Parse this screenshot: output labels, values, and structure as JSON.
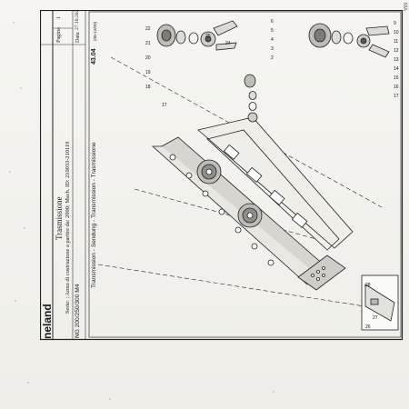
{
  "header": {
    "brand": "neland",
    "title": "Trasmissione",
    "series_line": "Serie: ; Anno di costruzione a partire da: 2000; Mach. ID: 210033-210119",
    "model": "NG 200/250/300 M4",
    "pagina_label": "Pagina",
    "pagina_value": "1",
    "date_label": "Data",
    "date_value": "27.10.202"
  },
  "drawing": {
    "caption": "Transmission - Sendung - Transmission - Trasmissione",
    "reference": "43.04",
    "reference_suffix": "(06-12/00)",
    "callouts_top": [
      "22",
      "21",
      "20",
      "19",
      "18"
    ],
    "callout_17": "17",
    "callouts_main": [
      "25",
      "24"
    ],
    "callouts_left_upper": [
      "6",
      "5",
      "4",
      "3",
      "2"
    ],
    "callouts_bottom": [
      "9",
      "10",
      "11",
      "12",
      "13",
      "14",
      "15",
      "16",
      "17"
    ],
    "callouts_inset": [
      "28",
      "27",
      "26"
    ]
  },
  "corner_mark": "MA"
}
